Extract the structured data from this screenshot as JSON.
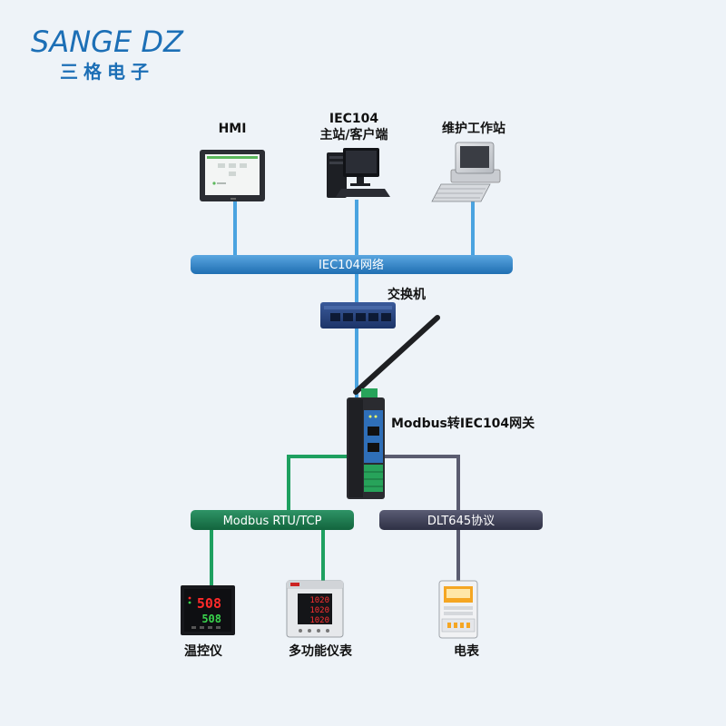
{
  "brand": {
    "name_en": "SANGE DZ",
    "name_cn": "三格电子"
  },
  "colors": {
    "background": "#eef3f8",
    "brand": "#1c6fb6",
    "iec_bus": "#2d7ec3",
    "modbus_bus": "#1b7a4f",
    "dlt_bus": "#3d3f54",
    "link_blue": "#4aa3e0",
    "link_green": "#1ea060",
    "link_gray": "#5a5c70"
  },
  "devices": {
    "hmi": "HMI",
    "iec104_master_line1": "IEC104",
    "iec104_master_line2": "主站/客户端",
    "maintenance": "维护工作站",
    "switch": "交换机",
    "gateway": "Modbus转IEC104网关",
    "temp_controller": "温控仪",
    "multimeter": "多功能仪表",
    "power_meter": "电表"
  },
  "buses": {
    "iec104": "IEC104网络",
    "modbus": "Modbus RTU/TCP",
    "dlt645": "DLT645协议"
  },
  "displays": {
    "temp_pv": "508",
    "temp_sv": "508",
    "meter_rows": [
      "1020",
      "1020",
      "1020"
    ]
  }
}
